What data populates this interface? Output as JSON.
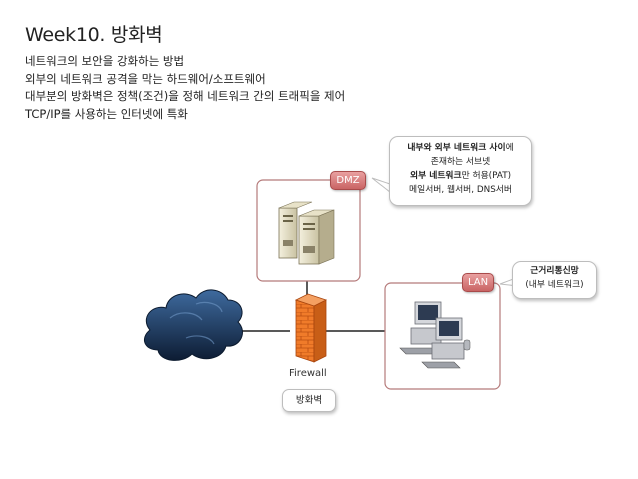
{
  "title": "Week10. 방화벽",
  "bullets": [
    "네트워크의 보안을 강화하는 방법",
    "외부의 네트워크 공격을 막는 하드웨어/소프트웨어",
    "대부분의 방화벽은 정책(조건)을 정해 네트워크 간의 트래픽을 제어",
    "TCP/IP를 사용하는 인터넷에 특화"
  ],
  "diagram": {
    "dmz_tag": "DMZ",
    "lan_tag": "LAN",
    "firewall_label": "Firewall",
    "firewall_callout": "방화벽",
    "dmz_callout": {
      "line1_bold": "내부와 외부 네트워크 사이",
      "line1_rest": "에",
      "line2": "존재하는 서브넷",
      "line3_bold": "외부 네트워크",
      "line3_rest": "만 허용(PAT)",
      "line4": "메일서버, 웹서버, DNS서버"
    },
    "lan_callout": {
      "line1": "근거리통신망",
      "line2": "(내부 네트워크)"
    }
  }
}
